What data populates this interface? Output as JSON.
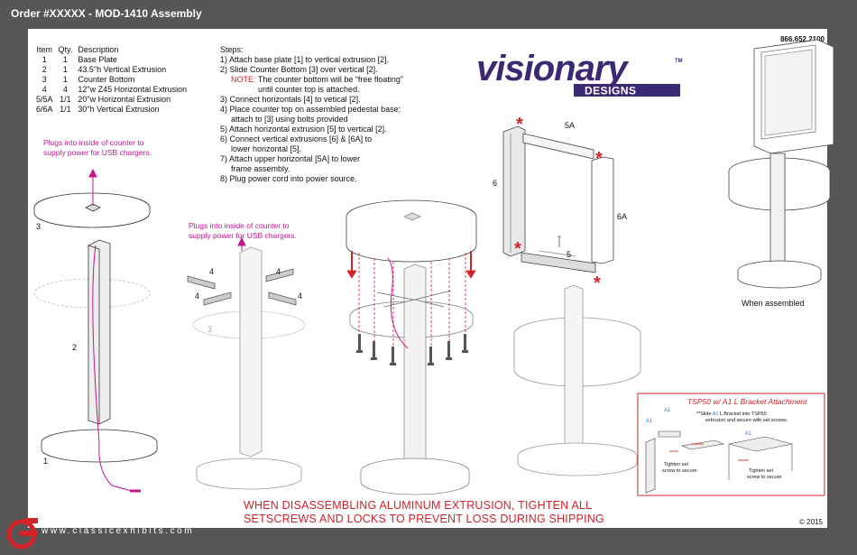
{
  "header": {
    "title": "Order #XXXXX - MOD-1410 Assembly"
  },
  "contact": {
    "phone": "866.652.2100"
  },
  "parts_table": {
    "headers": [
      "Item",
      "Qty.",
      "Description"
    ],
    "rows": [
      [
        "1",
        "1",
        "Base Plate"
      ],
      [
        "2",
        "1",
        "43.5\"h Vertical Extrusion"
      ],
      [
        "3",
        "1",
        "Counter Bottom"
      ],
      [
        "4",
        "4",
        "12\"w Z45 Horizontal Extrusion"
      ],
      [
        "5/5A",
        "1/1",
        "20\"w Horizontal Extrusion"
      ],
      [
        "6/6A",
        "1/1",
        "30\"h Vertical Extrusion"
      ]
    ]
  },
  "steps": {
    "heading": "Steps:",
    "s1": "1) Attach base plate [1] to vertical extrusion [2].",
    "s2": "2) Slide Counter Bottom [3] over vertical [2].",
    "note_label": "NOTE:",
    "note_a": " The counter bottom will be “free floating”",
    "note_b": "until counter top is attached.",
    "s3": "3) Connect horizontals [4] to vetical [2].",
    "s4a": "4) Place counter top on assembled pedestal base;",
    "s4b": "attach to [3] using bolts provided",
    "s5": "5) Attach horizontal extrusion [5] to vertical [2].",
    "s6a": "6) Connect vertical extrusions [6] & [6A] to",
    "s6b": "lower horizontal [5].",
    "s7a": "7) Attach upper horizontal [5A] to lower",
    "s7b": "frame assembly.",
    "s8": "8) Plug power cord into power source."
  },
  "brand": {
    "name": "visionary",
    "tm": "TM",
    "sub": "DESIGNS"
  },
  "callouts": {
    "plug_a1": "Plugs into inside of counter to",
    "plug_a2": "supply power for USB chargers.",
    "plug_b1": "Plugs into inside of counter to",
    "plug_b2": "supply power for USB chargers."
  },
  "labels": {
    "l3": "3",
    "l2": "2",
    "l1": "1",
    "l4": "4",
    "l3b": "3",
    "l5": "5",
    "l5a": "5A",
    "l6": "6",
    "l6a": "6A",
    "star": "*"
  },
  "assembled": {
    "caption": "When assembled"
  },
  "inset": {
    "title": "TSP50 w/ A1 L Bracket Attachment",
    "note_a": "**Slide ",
    "note_a1": "A1",
    "note_b": " L Bracket into TSP50",
    "note_c": "extrusion and secure with set screws.",
    "a1_1": "A1",
    "a1_2": "A1",
    "a1_3": "A1",
    "tighten_1a": "Tighten set",
    "tighten_1b": "screw to secure",
    "tighten_2a": "Tighten set",
    "tighten_2b": "screw to secure"
  },
  "warning": {
    "line1": "WHEN DISASSEMBLING ALUMINUM EXTRUSION, TIGHTEN ALL",
    "line2": "SETSCREWS AND LOCKS TO PREVENT LOSS DURING SHIPPING"
  },
  "copyright": "© 2015",
  "footer": {
    "url": "www.classicexhibits.com"
  },
  "colors": {
    "accent_red": "#d2232a",
    "magenta": "#c4158c",
    "brand_purple": "#3b2a73",
    "frame_gray": "#565656"
  }
}
